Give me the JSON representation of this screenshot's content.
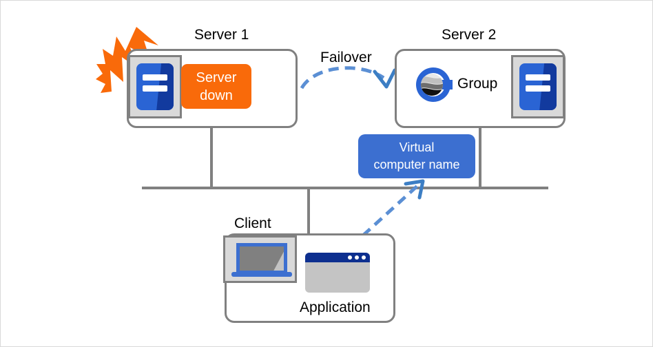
{
  "diagram": {
    "title": "Failover cluster diagram",
    "colors": {
      "box_border": "#808080",
      "server_blue": "#2a64d4",
      "server_blue_dark": "#123a9e",
      "alert_orange": "#f96a0a",
      "accent_blue": "#3c6fd0",
      "arrow_blue": "#5b8fd4",
      "icon_frame_gray": "#d9d9d9",
      "app_titlebar_navy": "#0d2f8f",
      "screen_gray": "#808080",
      "canvas_border": "#d9d9d9",
      "text_black": "#000000",
      "text_white": "#ffffff"
    },
    "labels": {
      "server1": "Server 1",
      "server2": "Server 2",
      "failover": "Failover",
      "group": "Group",
      "client": "Client",
      "application": "Application"
    },
    "badges": {
      "server_down_line1": "Server",
      "server_down_line2": "down",
      "virtual_name_line1": "Virtual",
      "virtual_name_line2": "computer  name"
    },
    "icons": {
      "server1": "server-rack-icon",
      "server2": "server-rack-icon",
      "group": "group-globe-logo-icon",
      "lightning": "lightning-burst-icon",
      "laptop": "laptop-icon",
      "application": "application-window-icon",
      "failover_arrow": "dashed-curved-arrow-icon",
      "vcn_arrow": "dashed-straight-arrow-icon"
    },
    "connectors": {
      "bus_line": "network-bus-line",
      "server1_drop": "server1-to-bus-line",
      "server2_drop": "server2-to-bus-line",
      "client_drop": "client-to-bus-line"
    }
  }
}
